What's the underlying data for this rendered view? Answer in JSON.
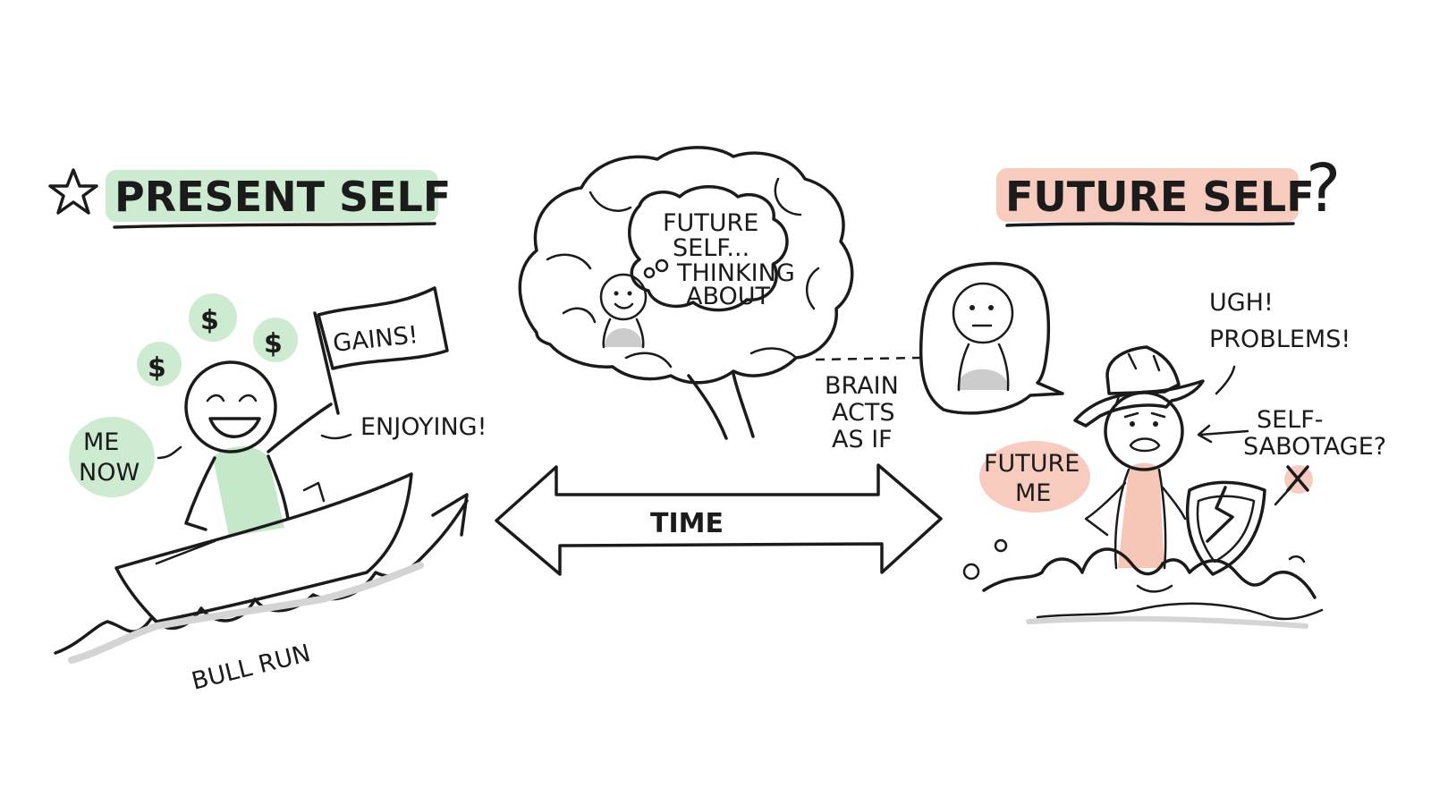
{
  "present": {
    "heading": "PRESENT SELF",
    "me_now_line1": "ME",
    "me_now_line2": "NOW",
    "flag_text": "GAINS!",
    "enjoying": "ENJOYING!",
    "bull_run": "BULL RUN",
    "dollar": "$",
    "accent_color": "#bfe6c4"
  },
  "middle": {
    "time": "TIME",
    "thought_line1": "FUTURE",
    "thought_line2": "SELF...",
    "thought_line3": "THINKING",
    "thought_line4": "ABOUT",
    "brain_line1": "BRAIN",
    "brain_line2": "ACTS",
    "brain_line3": "AS IF"
  },
  "future": {
    "heading": "FUTURE SELF",
    "question_mark": "?",
    "ugh_line1": "UGH!",
    "ugh_line2": "PROBLEMS!",
    "self_line1": "SELF-",
    "self_line2": "SABOTAGE?",
    "future_me_line1": "FUTURE",
    "future_me_line2": "ME",
    "accent_color": "#f6c3b3"
  },
  "icons": [
    "star-icon",
    "dollar-icon",
    "flag-icon",
    "boat-icon",
    "wave-icon",
    "up-arrow-icon",
    "brain-icon",
    "thought-bubble-icon",
    "speech-bubble-icon",
    "double-arrow-icon",
    "hat-icon",
    "cracked-shield-icon",
    "x-mark-icon"
  ]
}
